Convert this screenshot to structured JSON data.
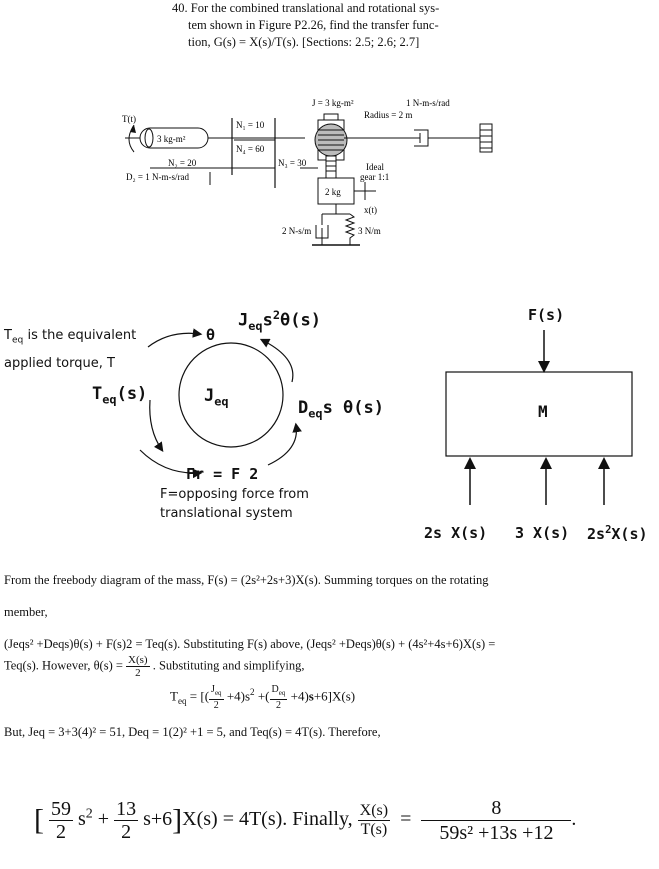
{
  "problem": {
    "number": "40.",
    "line1": "For the combined translational and rotational sys-",
    "line2": "tem shown in Figure P2.26, find the transfer func-",
    "line3": "tion, G(s) = X(s)/T(s). [Sections: 2.5; 2.6; 2.7]"
  },
  "figure": {
    "torque": "T(t)",
    "j1": "3 kg-m²",
    "n1": "N₁ = 10",
    "n4": "N₄ = 60",
    "n2": "N₂ = 20",
    "n3": "N₃ = 30",
    "d2": "D₂ = 1 N-m-s/rad",
    "j_big": "J = 3 kg-m²",
    "damper_rot": "1 N-m-s/rad",
    "radius": "Radius = 2 m",
    "ideal": "Ideal",
    "gear": "gear 1:1",
    "mass": "2 kg",
    "xt": "x(t)",
    "damper_trans": "2 N-s/m",
    "spring": "3 N/m"
  },
  "fbd_rot": {
    "teq_desc1": "is the equivalent",
    "teq_desc2": "applied torque, T",
    "theta": "θ",
    "jeq_top": "s",
    "jeq_top_arg": "θ(s)",
    "teq_s": "(s)",
    "jeq_center": "J",
    "deq_right": "s θ(s)",
    "fr": "Fr = F 2",
    "f_desc1": "F=opposing force from",
    "f_desc2": "translational system"
  },
  "fbd_mass": {
    "fs": "F(s)",
    "m": "M",
    "f1": "2s X(s)",
    "f2": "3 X(s)",
    "f3": "X(s)"
  },
  "solution": {
    "l1": "From the freebody diagram of the mass, F(s) = (2s²+2s+3)X(s). Summing torques on the rotating",
    "l2": "member,",
    "l3": "(Jeqs² +Deqs)θ(s) + F(s)2 = Teq(s). Substituting F(s) above, (Jeqs² +Deqs)θ(s) + (4s²+4s+6)X(s) =",
    "l4a": "Teq(s). However, θ(s) =",
    "l4_num": "X(s)",
    "l4_den": "2",
    "l4b": ". Substituting and simplifying,",
    "l6": "But, Jeq = 3+3(4)² = 51, Deq = 1(2)² +1 = 5, and Teq(s) = 4T(s).  Therefore,",
    "final_mid": "X(s) = 4T(s). Finally,",
    "final_num": "8",
    "final_den": "59s² +13s +12"
  }
}
